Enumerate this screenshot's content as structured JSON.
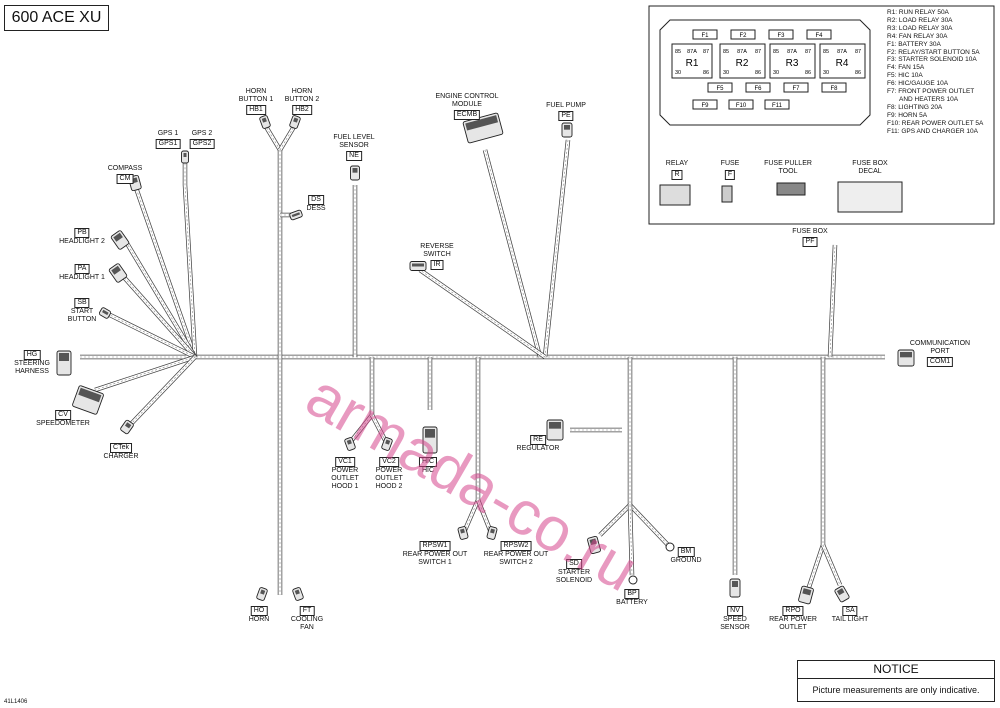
{
  "title": "600 ACE XU",
  "doc_ref": "41L1406",
  "watermark": "armada-co.ru",
  "notice": {
    "title": "NOTICE",
    "text": "Picture measurements are only indicative."
  },
  "fuse_box": {
    "relays": [
      "R1",
      "R2",
      "R3",
      "R4"
    ],
    "relay_pins": [
      "85",
      "87A",
      "87",
      "30",
      "86"
    ],
    "fuses_top": [
      "F1",
      "F2",
      "F3",
      "F4"
    ],
    "fuses_mid": [
      "F5",
      "F6",
      "F7",
      "F8"
    ],
    "fuses_bottom": [
      "F9",
      "F10",
      "F11"
    ],
    "legend": [
      "R1: RUN RELAY 50A",
      "R2: LOAD RELAY 30A",
      "R3: LOAD RELAY 30A",
      "R4: FAN RELAY 30A",
      "F1: BATTERY 30A",
      "F2: RELAY/START BUTTON 5A",
      "F3: STARTER SOLENOID 10A",
      "F4: FAN 15A",
      "F5: HIC 10A",
      "F6: HIC/GAUGE 10A",
      "F7: FRONT POWER OUTLET",
      "AND HEATERS 10A",
      "F8: LIGHTING 20A",
      "F9: HORN 5A",
      "F10: REAR POWER OUTLET 5A",
      "F11: GPS AND CHARGER 10A"
    ],
    "parts": [
      {
        "name": "RELAY",
        "code": "R"
      },
      {
        "name": "FUSE",
        "code": "F"
      },
      {
        "name": "FUSE PULLER\nTOOL",
        "code": ""
      },
      {
        "name": "FUSE BOX\nDECAL",
        "code": ""
      }
    ]
  },
  "components": [
    {
      "id": "HB1",
      "label": "HORN\nBUTTON 1"
    },
    {
      "id": "HB2",
      "label": "HORN\nBUTTON 2"
    },
    {
      "id": "GPS1",
      "label": "GPS 1"
    },
    {
      "id": "GPS2",
      "label": "GPS 2"
    },
    {
      "id": "CM",
      "label": "COMPASS"
    },
    {
      "id": "ECMB",
      "label": "ENGINE CONTROL\nMODULE"
    },
    {
      "id": "PE",
      "label": "FUEL PUMP"
    },
    {
      "id": "NE",
      "label": "FUEL LEVEL\nSENSOR"
    },
    {
      "id": "DS",
      "label": "DESS"
    },
    {
      "id": "PB",
      "label": "HEADLIGHT 2"
    },
    {
      "id": "PA",
      "label": "HEADLIGHT 1"
    },
    {
      "id": "IR",
      "label": "REVERSE\nSWITCH"
    },
    {
      "id": "SB",
      "label": "START\nBUTTON"
    },
    {
      "id": "HG",
      "label": "STEERING\nHARNESS"
    },
    {
      "id": "CV",
      "label": "SPEEDOMETER"
    },
    {
      "id": "CTek",
      "label": "CHARGER"
    },
    {
      "id": "PF",
      "label": "FUSE BOX"
    },
    {
      "id": "COM1",
      "label": "COMMUNICATION\nPORT"
    },
    {
      "id": "RE",
      "label": "REGULATOR"
    },
    {
      "id": "VC1",
      "label": "POWER\nOUTLET\nHOOD 1"
    },
    {
      "id": "VC2",
      "label": "POWER\nOUTLET\nHOOD 2"
    },
    {
      "id": "HIC",
      "label": "HIC"
    },
    {
      "id": "RPSW1",
      "label": "REAR POWER OUT\nSWITCH 1"
    },
    {
      "id": "RPSW2",
      "label": "REAR POWER OUT\nSWITCH 2"
    },
    {
      "id": "SD",
      "label": "STARTER\nSOLENOID"
    },
    {
      "id": "BM",
      "label": "GROUND"
    },
    {
      "id": "BP",
      "label": "BATTERY"
    },
    {
      "id": "HO",
      "label": "HORN"
    },
    {
      "id": "FT",
      "label": "COOLING\nFAN"
    },
    {
      "id": "NV",
      "label": "SPEED\nSENSOR"
    },
    {
      "id": "RPO",
      "label": "REAR POWER\nOUTLET"
    },
    {
      "id": "SA",
      "label": "TAIL LIGHT"
    }
  ]
}
